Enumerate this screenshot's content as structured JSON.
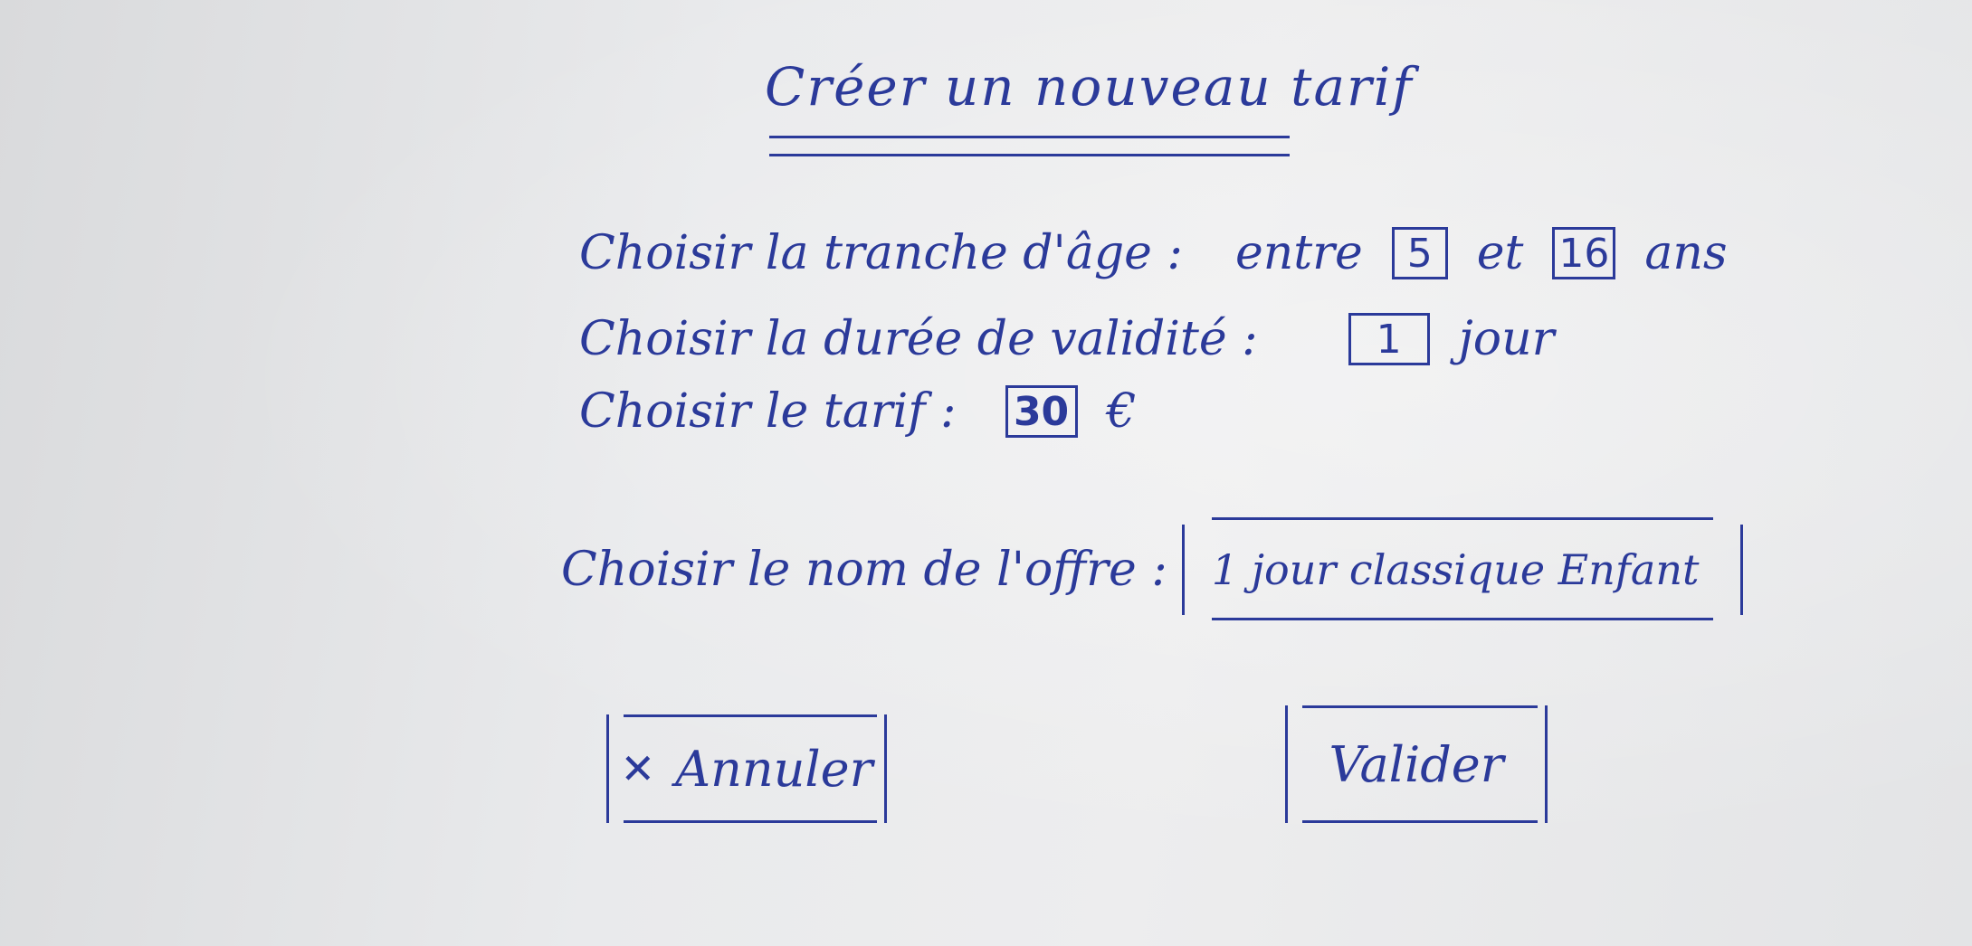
{
  "title": "Créer un nouveau tarif",
  "age": {
    "label": "Choisir la tranche d'âge :",
    "between": "entre",
    "min": "5",
    "and": "et",
    "max": "16",
    "unit": "ans"
  },
  "duration": {
    "label": "Choisir la durée de validité :",
    "value": "1",
    "unit": "jour"
  },
  "price": {
    "label": "Choisir le tarif :",
    "value": "30",
    "unit": "€"
  },
  "name": {
    "label": "Choisir le nom de l'offre :",
    "value": "1 jour classique Enfant"
  },
  "buttons": {
    "cancel_icon": "✕",
    "cancel_label": "Annuler",
    "validate_label": "Valider"
  },
  "colors": {
    "ink": "#2b3a9a",
    "paper": "#e9eaec"
  }
}
